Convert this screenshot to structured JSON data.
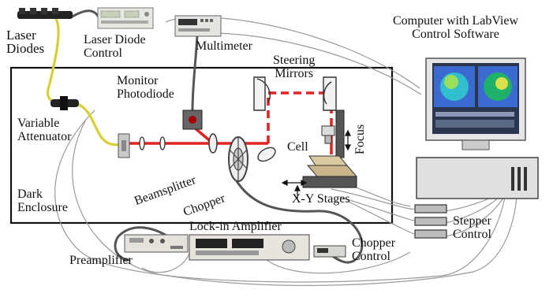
{
  "labels": {
    "laser_diodes": [
      "Laser",
      "Diodes"
    ],
    "laser_diode_control": [
      "Laser Diode",
      "Control"
    ],
    "multimeter": "Multimeter",
    "computer": [
      "Computer with LabView",
      "Control Software"
    ],
    "steering_mirrors": [
      "Steering",
      "Mirrors"
    ],
    "monitor_photodiode": [
      "Monitor",
      "Photodiode"
    ],
    "variable_attenuator": [
      "Variable",
      "Attenuator"
    ],
    "focus": "Focus",
    "cell": "Cell",
    "beamsplitter": "Beamsplitter",
    "chopper": "Chopper",
    "xy_stages": "X-Y Stages",
    "dark_enclosure": [
      "Dark",
      "Enclosure"
    ],
    "stepper_control": [
      "Stepper",
      "Control"
    ],
    "lock_in_amplifier": "Lock-in Amplifier",
    "chopper_control": [
      "Chopper",
      "Control"
    ],
    "preamplifier": "Preamplifier"
  },
  "colors": {
    "laser_beam": "#e32222",
    "fiber": "#e8e04a",
    "cable": "#555555",
    "enclosure": "#111111"
  }
}
